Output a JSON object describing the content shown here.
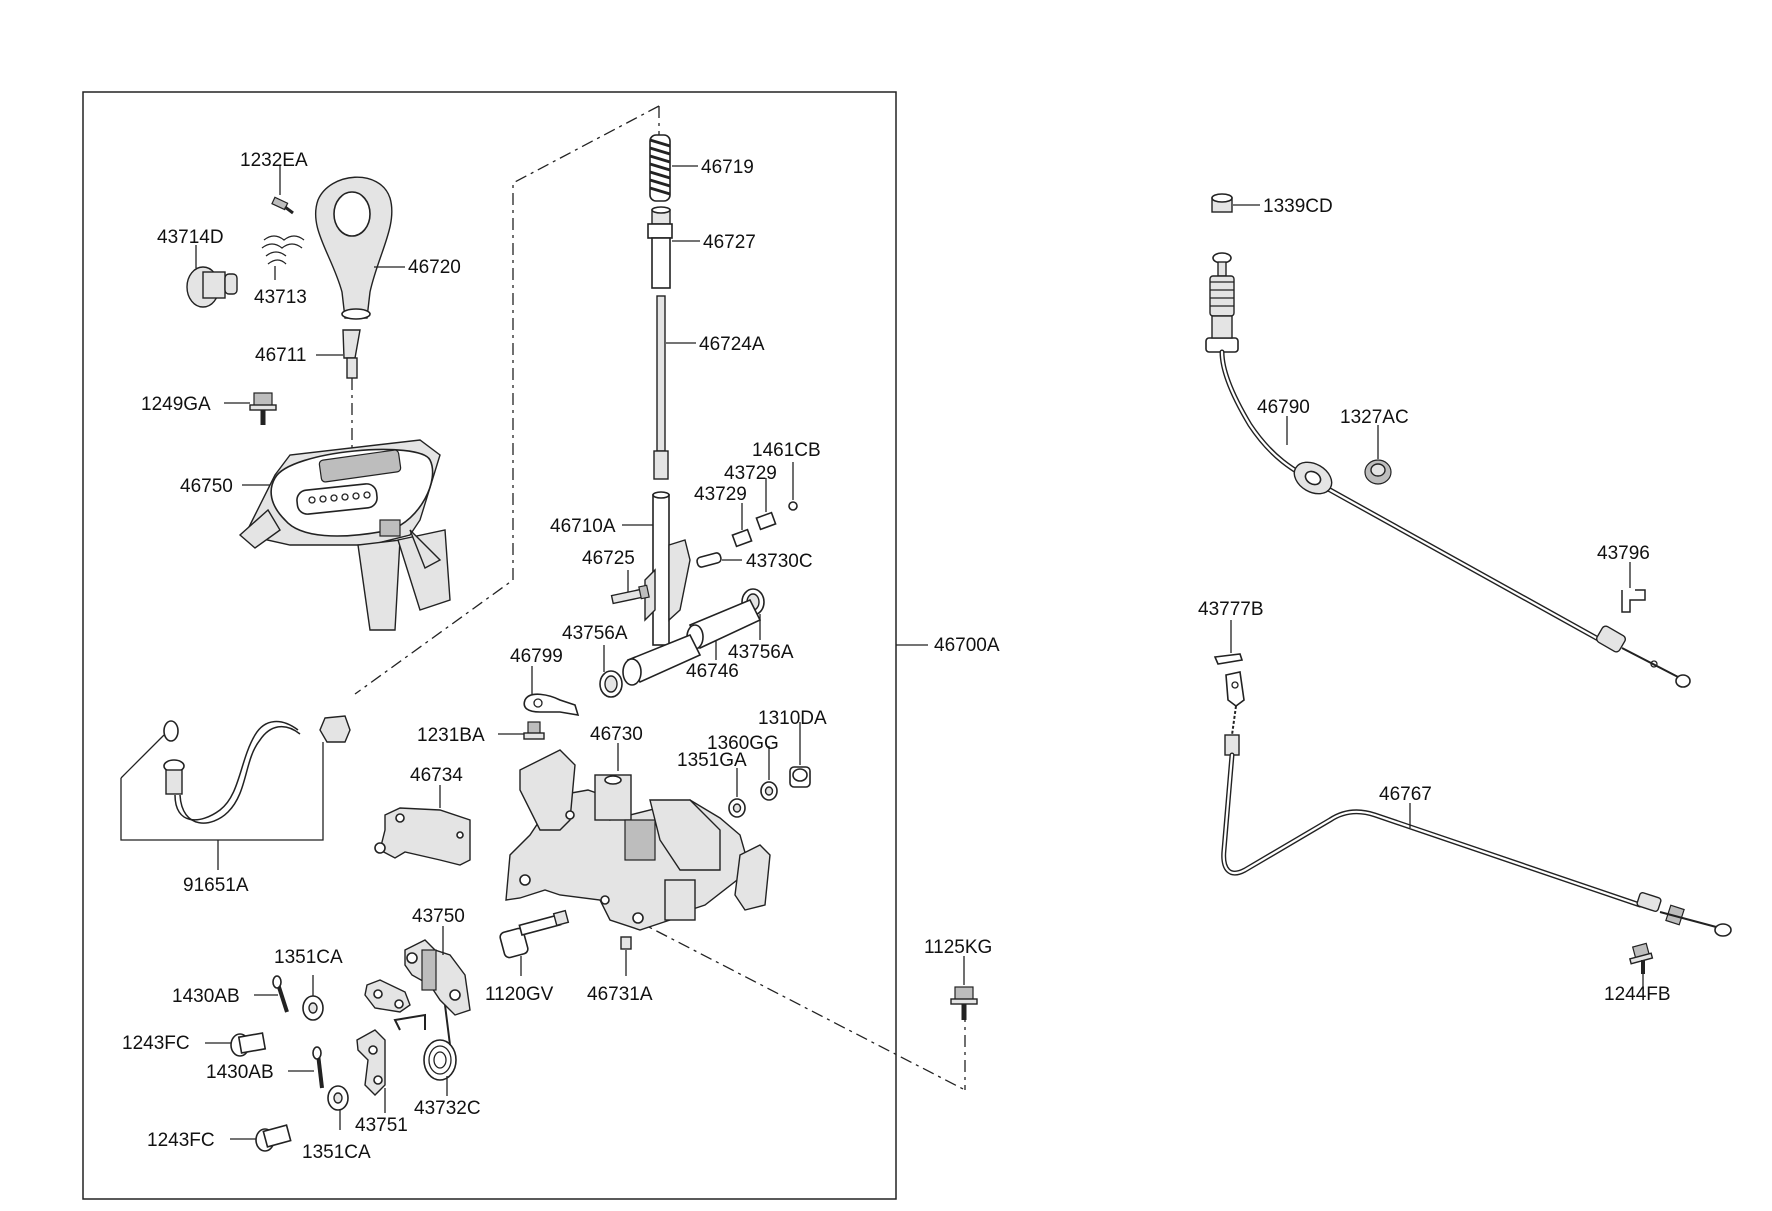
{
  "assembly_label": "46700A",
  "labels": {
    "l1232EA": "1232EA",
    "l43714D": "43714D",
    "l43713": "43713",
    "l46720": "46720",
    "l46711": "46711",
    "l1249GA": "1249GA",
    "l46750": "46750",
    "l46719": "46719",
    "l46727": "46727",
    "l46724A": "46724A",
    "l1461CB": "1461CB",
    "l43729a": "43729",
    "l43729b": "43729",
    "l46710A": "46710A",
    "l46725": "46725",
    "l43730C": "43730C",
    "l43756Aa": "43756A",
    "l43756Ab": "43756A",
    "l46746": "46746",
    "l46799": "46799",
    "l1231BA": "1231BA",
    "l46730": "46730",
    "l1310DA": "1310DA",
    "l1360GG": "1360GG",
    "l1351GA": "1351GA",
    "l46734": "46734",
    "l91651A": "91651A",
    "l43750": "43750",
    "l1351CAa": "1351CA",
    "l1430ABa": "1430AB",
    "l1243FCa": "1243FC",
    "l1430ABb": "1430AB",
    "l1243FCb": "1243FC",
    "l1351CAb": "1351CA",
    "l43751": "43751",
    "l43732C": "43732C",
    "l1120GV": "1120GV",
    "l46731A": "46731A",
    "l1125KG": "1125KG",
    "l1339CD": "1339CD",
    "l46790": "46790",
    "l1327AC": "1327AC",
    "l43796": "43796",
    "l43777B": "43777B",
    "l46767": "46767",
    "l1244FB": "1244FB"
  }
}
